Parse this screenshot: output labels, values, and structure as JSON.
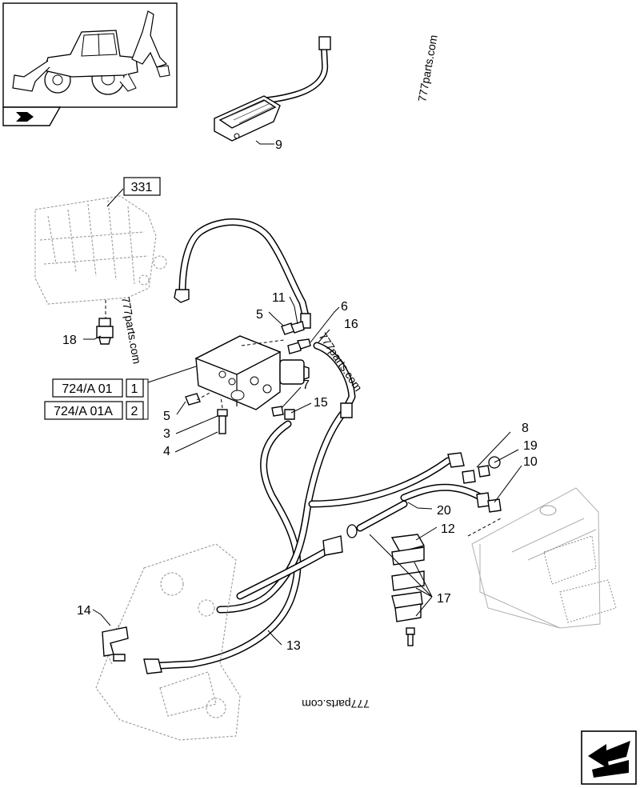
{
  "diagram": {
    "callouts": [
      {
        "id": "c9",
        "label": "9"
      },
      {
        "id": "c11",
        "label": "11"
      },
      {
        "id": "c5a",
        "label": "5"
      },
      {
        "id": "c6",
        "label": "6"
      },
      {
        "id": "c16",
        "label": "16"
      },
      {
        "id": "c18",
        "label": "18"
      },
      {
        "id": "c7",
        "label": "7"
      },
      {
        "id": "c15",
        "label": "15"
      },
      {
        "id": "c5b",
        "label": "5"
      },
      {
        "id": "c3",
        "label": "3"
      },
      {
        "id": "c4",
        "label": "4"
      },
      {
        "id": "c8",
        "label": "8"
      },
      {
        "id": "c19",
        "label": "19"
      },
      {
        "id": "c10",
        "label": "10"
      },
      {
        "id": "c20",
        "label": "20"
      },
      {
        "id": "c12",
        "label": "12"
      },
      {
        "id": "c17",
        "label": "17"
      },
      {
        "id": "c14",
        "label": "14"
      },
      {
        "id": "c13",
        "label": "13"
      }
    ],
    "ref_boxes": [
      {
        "id": "r331",
        "label": "331"
      },
      {
        "id": "r724a",
        "label": "724/A 01",
        "index": "1"
      },
      {
        "id": "r724b",
        "label": "724/A 01A",
        "index": "2"
      }
    ],
    "watermarks": [
      {
        "id": "w1",
        "text": "777parts.com"
      },
      {
        "id": "w2",
        "text": "777parts.com"
      },
      {
        "id": "w3",
        "text": "777parts.com"
      },
      {
        "id": "w4",
        "text": "777parts.com"
      }
    ]
  },
  "icons": {
    "thumbnail": "backhoe-loader-icon",
    "prev_nav": "prev-page-icon",
    "next_nav": "next-page-icon"
  }
}
